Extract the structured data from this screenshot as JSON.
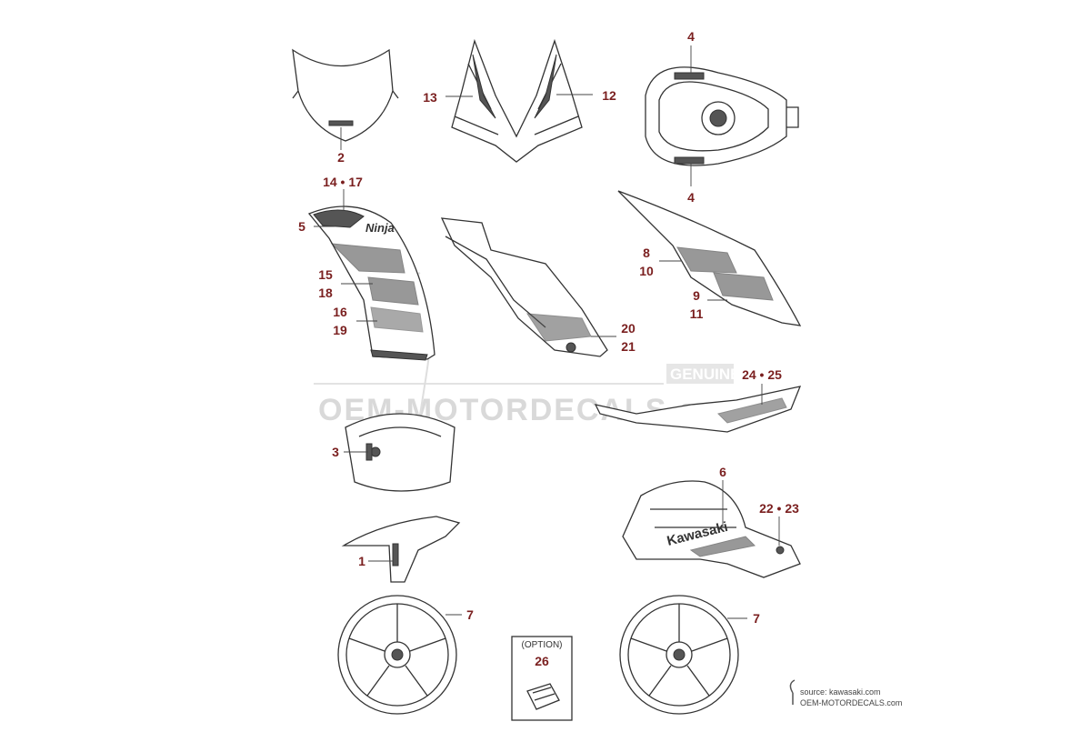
{
  "diagram": {
    "callouts": [
      {
        "id": "c1",
        "text": "1"
      },
      {
        "id": "c2",
        "text": "2"
      },
      {
        "id": "c3",
        "text": "3"
      },
      {
        "id": "c4a",
        "text": "4"
      },
      {
        "id": "c4b",
        "text": "4"
      },
      {
        "id": "c5",
        "text": "5"
      },
      {
        "id": "c6",
        "text": "6"
      },
      {
        "id": "c7a",
        "text": "7"
      },
      {
        "id": "c7b",
        "text": "7"
      },
      {
        "id": "c8",
        "text": "8"
      },
      {
        "id": "c10",
        "text": "10"
      },
      {
        "id": "c9",
        "text": "9"
      },
      {
        "id": "c11",
        "text": "11"
      },
      {
        "id": "c12",
        "text": "12"
      },
      {
        "id": "c13",
        "text": "13"
      },
      {
        "id": "c1417",
        "text": "14 • 17"
      },
      {
        "id": "c15",
        "text": "15"
      },
      {
        "id": "c18",
        "text": "18"
      },
      {
        "id": "c16",
        "text": "16"
      },
      {
        "id": "c19",
        "text": "19"
      },
      {
        "id": "c20",
        "text": "20"
      },
      {
        "id": "c21",
        "text": "21"
      },
      {
        "id": "c2223",
        "text": "22 • 23"
      },
      {
        "id": "c2425",
        "text": "24 • 25"
      },
      {
        "id": "c26",
        "text": "26"
      }
    ],
    "option_label": "(OPTION)",
    "decal_texts": {
      "kawasaki": "Kawasaki",
      "ninja": "Ninja"
    },
    "watermark": {
      "line1": "OEM-MOTORDECALS.com",
      "badge": "GENUINE"
    },
    "footer": {
      "source": "source: kawasaki.com",
      "site": "OEM-MOTORDECALS.com"
    }
  }
}
